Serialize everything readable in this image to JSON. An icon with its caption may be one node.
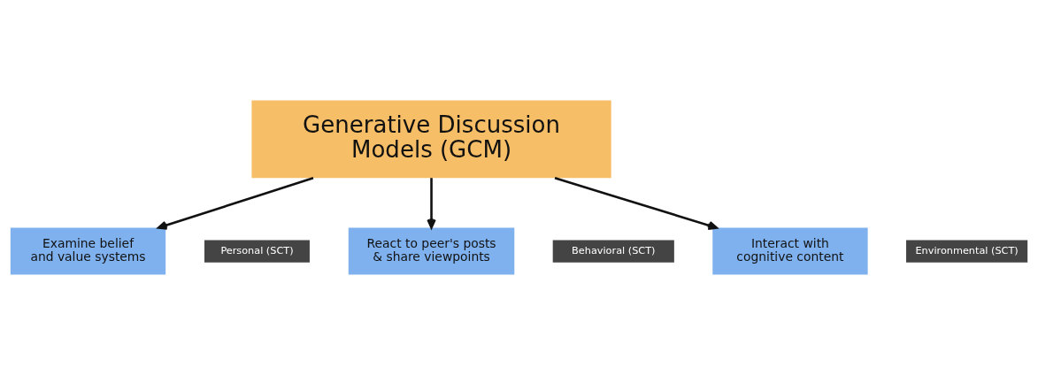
{
  "diagram": {
    "nodes": [
      {
        "text": [
          "Generative Discussion Models (GCM)"
        ]
      },
      {
        "text": [
          "Examine belief and value systems"
        ]
      },
      {
        "text": [
          "React to peer's posts & share viewpoints"
        ]
      },
      {
        "text": [
          "Interact with cognitive content"
        ]
      },
      {
        "text": [
          "Personal (SCT)"
        ]
      },
      {
        "text": [
          "Behavioral (SCT)"
        ]
      },
      {
        "text": [
          "Environmental (SCT)"
        ]
      }
    ],
    "edges": [
      {
        "from": 0,
        "to": 1,
        "arrow": "to"
      },
      {
        "from": 0,
        "to": 2,
        "arrow": "to"
      },
      {
        "from": 0,
        "to": 3,
        "arrow": "to"
      }
    ]
  }
}
